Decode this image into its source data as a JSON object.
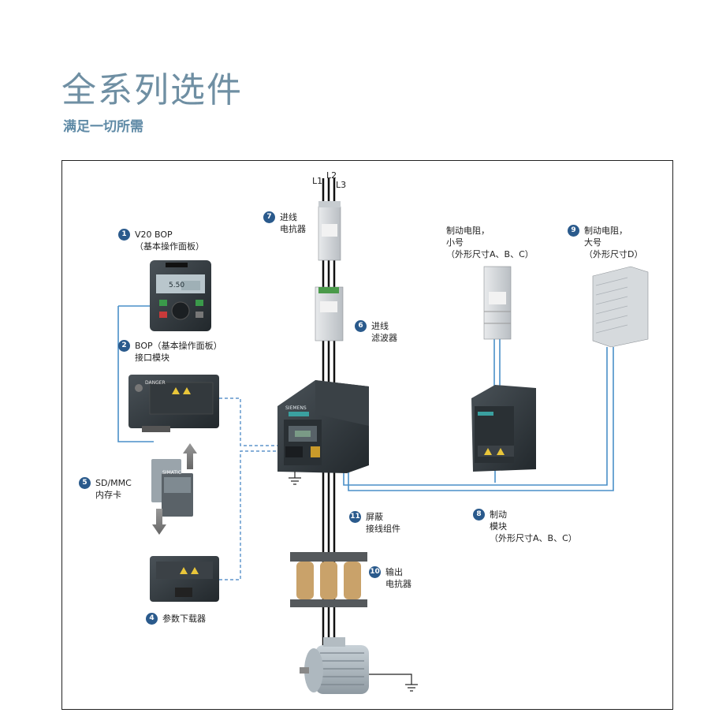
{
  "header": {
    "title": "全系列选件",
    "subtitle": "满足一切所需"
  },
  "phases": [
    "L1",
    "L2",
    "L3"
  ],
  "components": [
    {
      "num": "1",
      "lines": [
        "V20 BOP",
        "（基本操作面板）"
      ]
    },
    {
      "num": "2",
      "lines": [
        "BOP（基本操作面板）",
        "接口模块"
      ]
    },
    {
      "num": "4",
      "lines": [
        "参数下载器"
      ]
    },
    {
      "num": "5",
      "lines": [
        "SD/MMC",
        "内存卡"
      ]
    },
    {
      "num": "6",
      "lines": [
        "进线",
        "滤波器"
      ]
    },
    {
      "num": "7",
      "lines": [
        "进线",
        "电抗器"
      ]
    },
    {
      "num": "8",
      "lines": [
        "制动",
        "模块",
        "（外形尺寸A、B、C）"
      ]
    },
    {
      "num": "9",
      "lines": [
        "制动电阻，",
        "大号",
        "（外形尺寸D）"
      ]
    },
    {
      "num": "10",
      "lines": [
        "输出",
        "电抗器"
      ]
    },
    {
      "num": "11",
      "lines": [
        "屏蔽",
        "接线组件"
      ]
    },
    {
      "num": "",
      "lines": [
        "制动电阻，",
        "小号",
        "（外形尺寸A、B、C）"
      ]
    }
  ],
  "devices": {
    "bop_display": "5.50",
    "brand": "SIEMENS",
    "sd_card_label": "SIMATIC",
    "bop_module_label": "DANGER"
  },
  "colors": {
    "accent": "#2a5a8c",
    "title": "#6f8fa3",
    "wire": "#4a8fc8"
  }
}
